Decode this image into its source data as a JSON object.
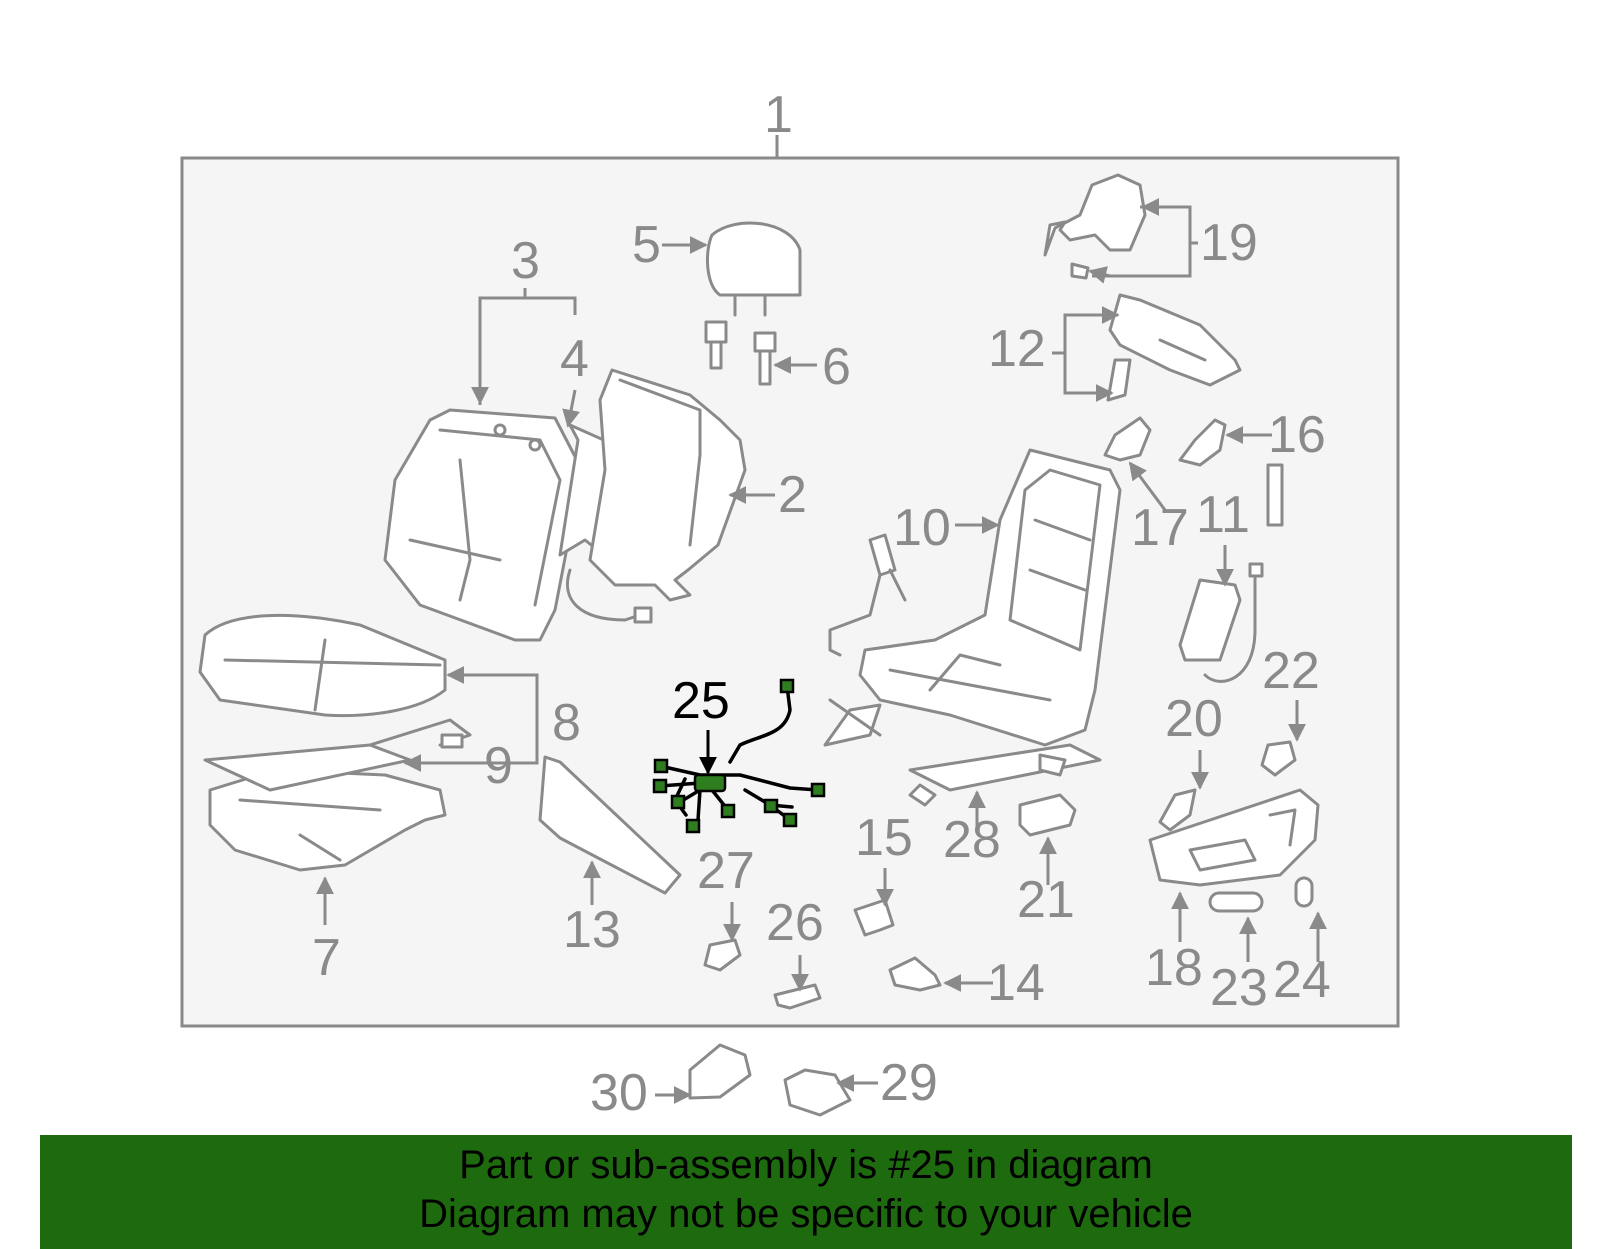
{
  "callouts": {
    "c1": "1",
    "c2": "2",
    "c3": "3",
    "c4": "4",
    "c5": "5",
    "c6": "6",
    "c7": "7",
    "c8": "8",
    "c9": "9",
    "c10": "10",
    "c11": "11",
    "c12": "12",
    "c13": "13",
    "c14": "14",
    "c15": "15",
    "c16": "16",
    "c17": "17",
    "c18": "18",
    "c19": "19",
    "c20": "20",
    "c21": "21",
    "c22": "22",
    "c23": "23",
    "c24": "24",
    "c25": "25",
    "c26": "26",
    "c27": "27",
    "c28": "28",
    "c29": "29",
    "c30": "30"
  },
  "highlight": {
    "part_number": "25",
    "color": "#1e6b0f"
  },
  "colors": {
    "frame_fill": "#f5f5f5",
    "line": "#8a8a8a",
    "banner": "#1e6b0f",
    "connector": "#2e7d1f"
  },
  "banner": {
    "line1": "Part or sub-assembly is #25 in diagram",
    "line2": "Diagram may not be specific to your vehicle"
  }
}
